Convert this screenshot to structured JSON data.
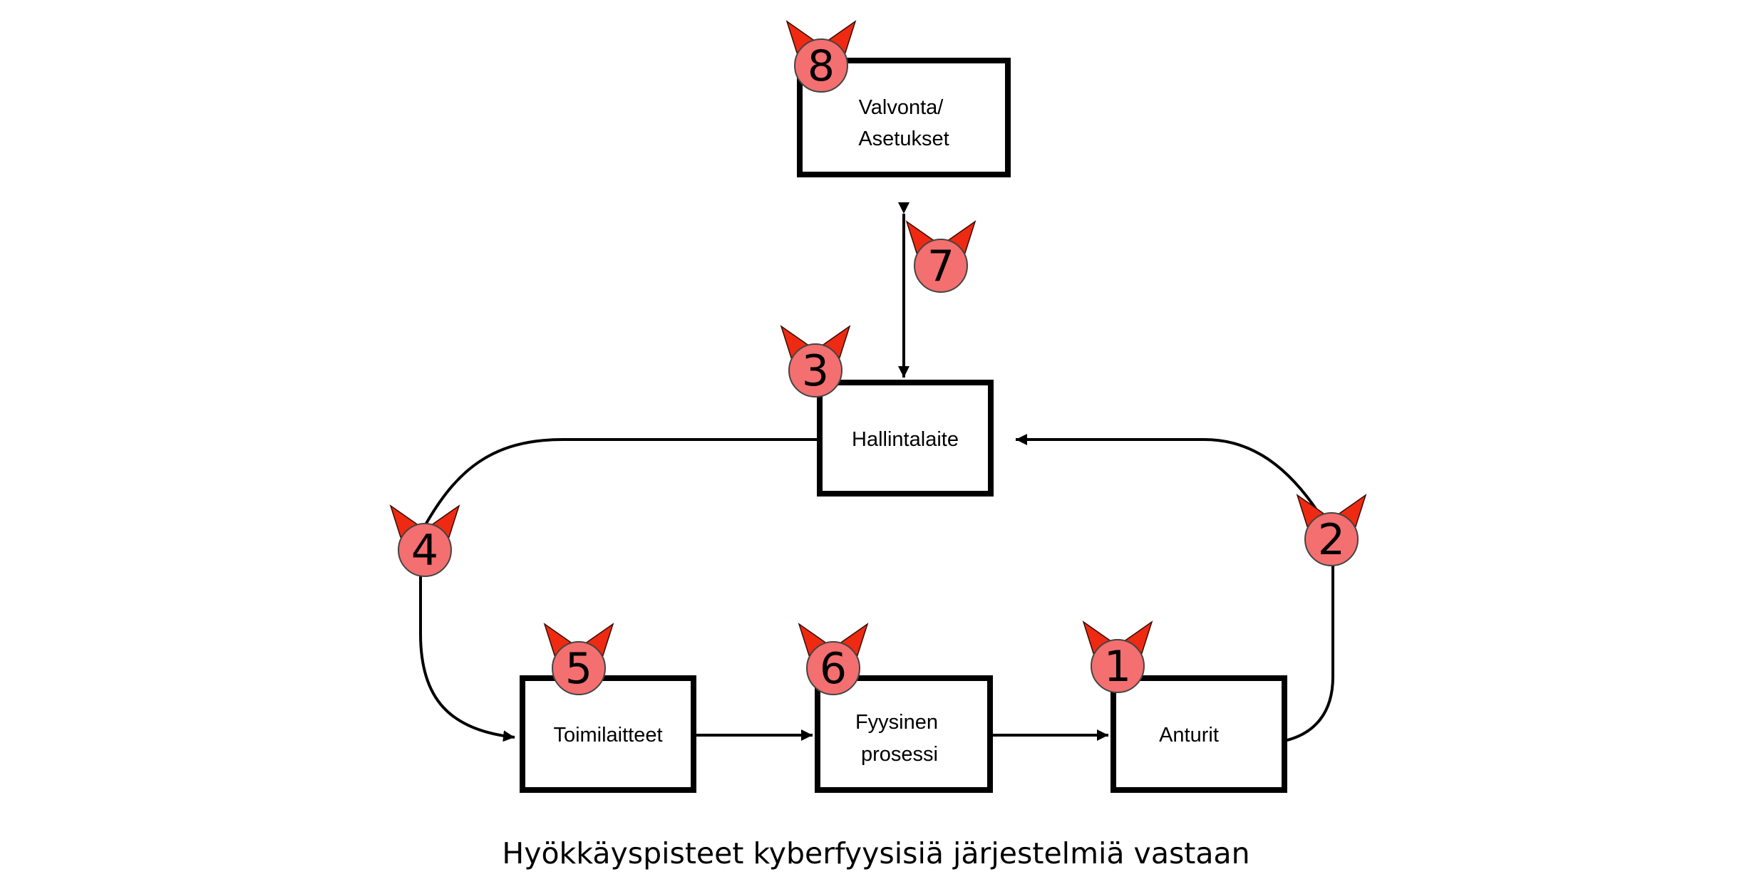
{
  "caption": "Hyökkäyspisteet kyberfyysisiä järjestelmiä vastaan",
  "nodes": {
    "valvonta": {
      "lines": [
        "Valvonta/",
        "Asetukset"
      ]
    },
    "hallinta": {
      "lines": [
        "Hallintalaite"
      ]
    },
    "toimilaitteet": {
      "lines": [
        "Toimilaitteet"
      ]
    },
    "prosessi": {
      "lines": [
        "Fyysinen",
        "prosessi"
      ]
    },
    "anturit": {
      "lines": [
        "Anturit"
      ]
    }
  },
  "attack_points": [
    "1",
    "2",
    "3",
    "4",
    "5",
    "6",
    "7",
    "8"
  ],
  "colors": {
    "badge_fill": "#f46f6f",
    "horn_fill": "#ee2a12",
    "line": "#000000"
  }
}
